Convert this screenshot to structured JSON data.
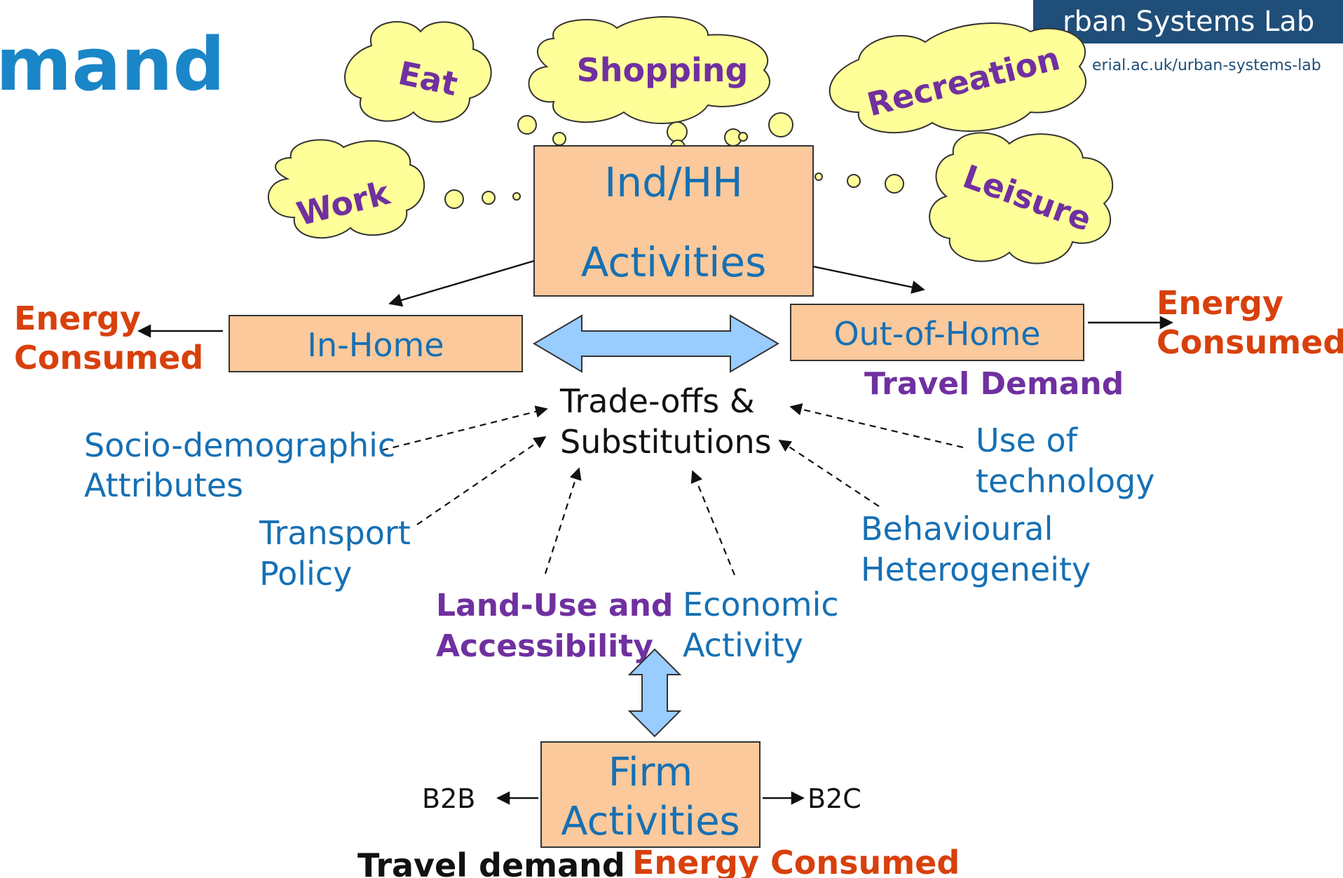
{
  "header": {
    "title_fragment": "mand",
    "lab_name": "rban Systems Lab",
    "lab_url": "erial.ac.uk/urban-systems-lab"
  },
  "clouds": {
    "eat": "Eat",
    "shopping": "Shopping",
    "recreation": "Recreation",
    "work": "Work",
    "leisure": "Leisure"
  },
  "boxes": {
    "ind_line1": "Ind/HH",
    "ind_line2": "Activities",
    "in_home": "In-Home",
    "out_home": "Out-of-Home",
    "firm_line1": "Firm",
    "firm_line2": "Activities"
  },
  "labels": {
    "energy_left_1": "Energy",
    "energy_left_2": "Consumed",
    "energy_right_1": "Energy",
    "energy_right_2": "Consumed",
    "travel_demand_top": "Travel Demand",
    "tradeoffs_1": "Trade-offs &",
    "tradeoffs_2": "Substitutions",
    "socio_1": "Socio-demographic",
    "socio_2": "Attributes",
    "transport_1": "Transport",
    "transport_2": "Policy",
    "landuse_1": "Land-Use and",
    "landuse_2": "Accessibility",
    "economic_1": "Economic",
    "economic_2": "Activity",
    "behav_1": "Behavioural",
    "behav_2": "Heterogeneity",
    "tech_1": "Use of",
    "tech_2": "technology",
    "b2b": "B2B",
    "b2c": "B2C",
    "travel_demand_bottom": "Travel demand",
    "energy_bottom": "Energy Consumed"
  },
  "colors": {
    "blue_text": "#1670b4",
    "orange_text": "#d8400c",
    "purple_text": "#7030a0",
    "box_fill": "#fbc99b",
    "cloud_fill": "#ffff99",
    "arrow_fill": "#99ccff",
    "lab_banner": "#1f4e79"
  }
}
